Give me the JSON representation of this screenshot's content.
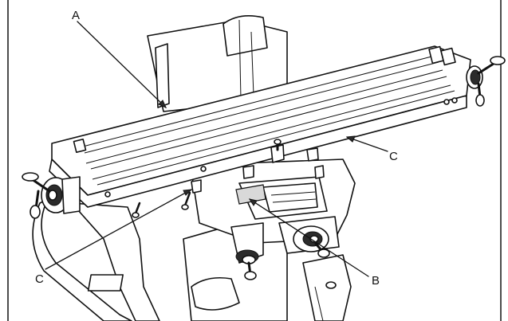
{
  "labels": {
    "a": "A",
    "b": "B",
    "c_left": "C",
    "c_right": "C"
  },
  "colors": {
    "line": "#111111",
    "background": "#ffffff",
    "shade": "#d9d9d9"
  }
}
